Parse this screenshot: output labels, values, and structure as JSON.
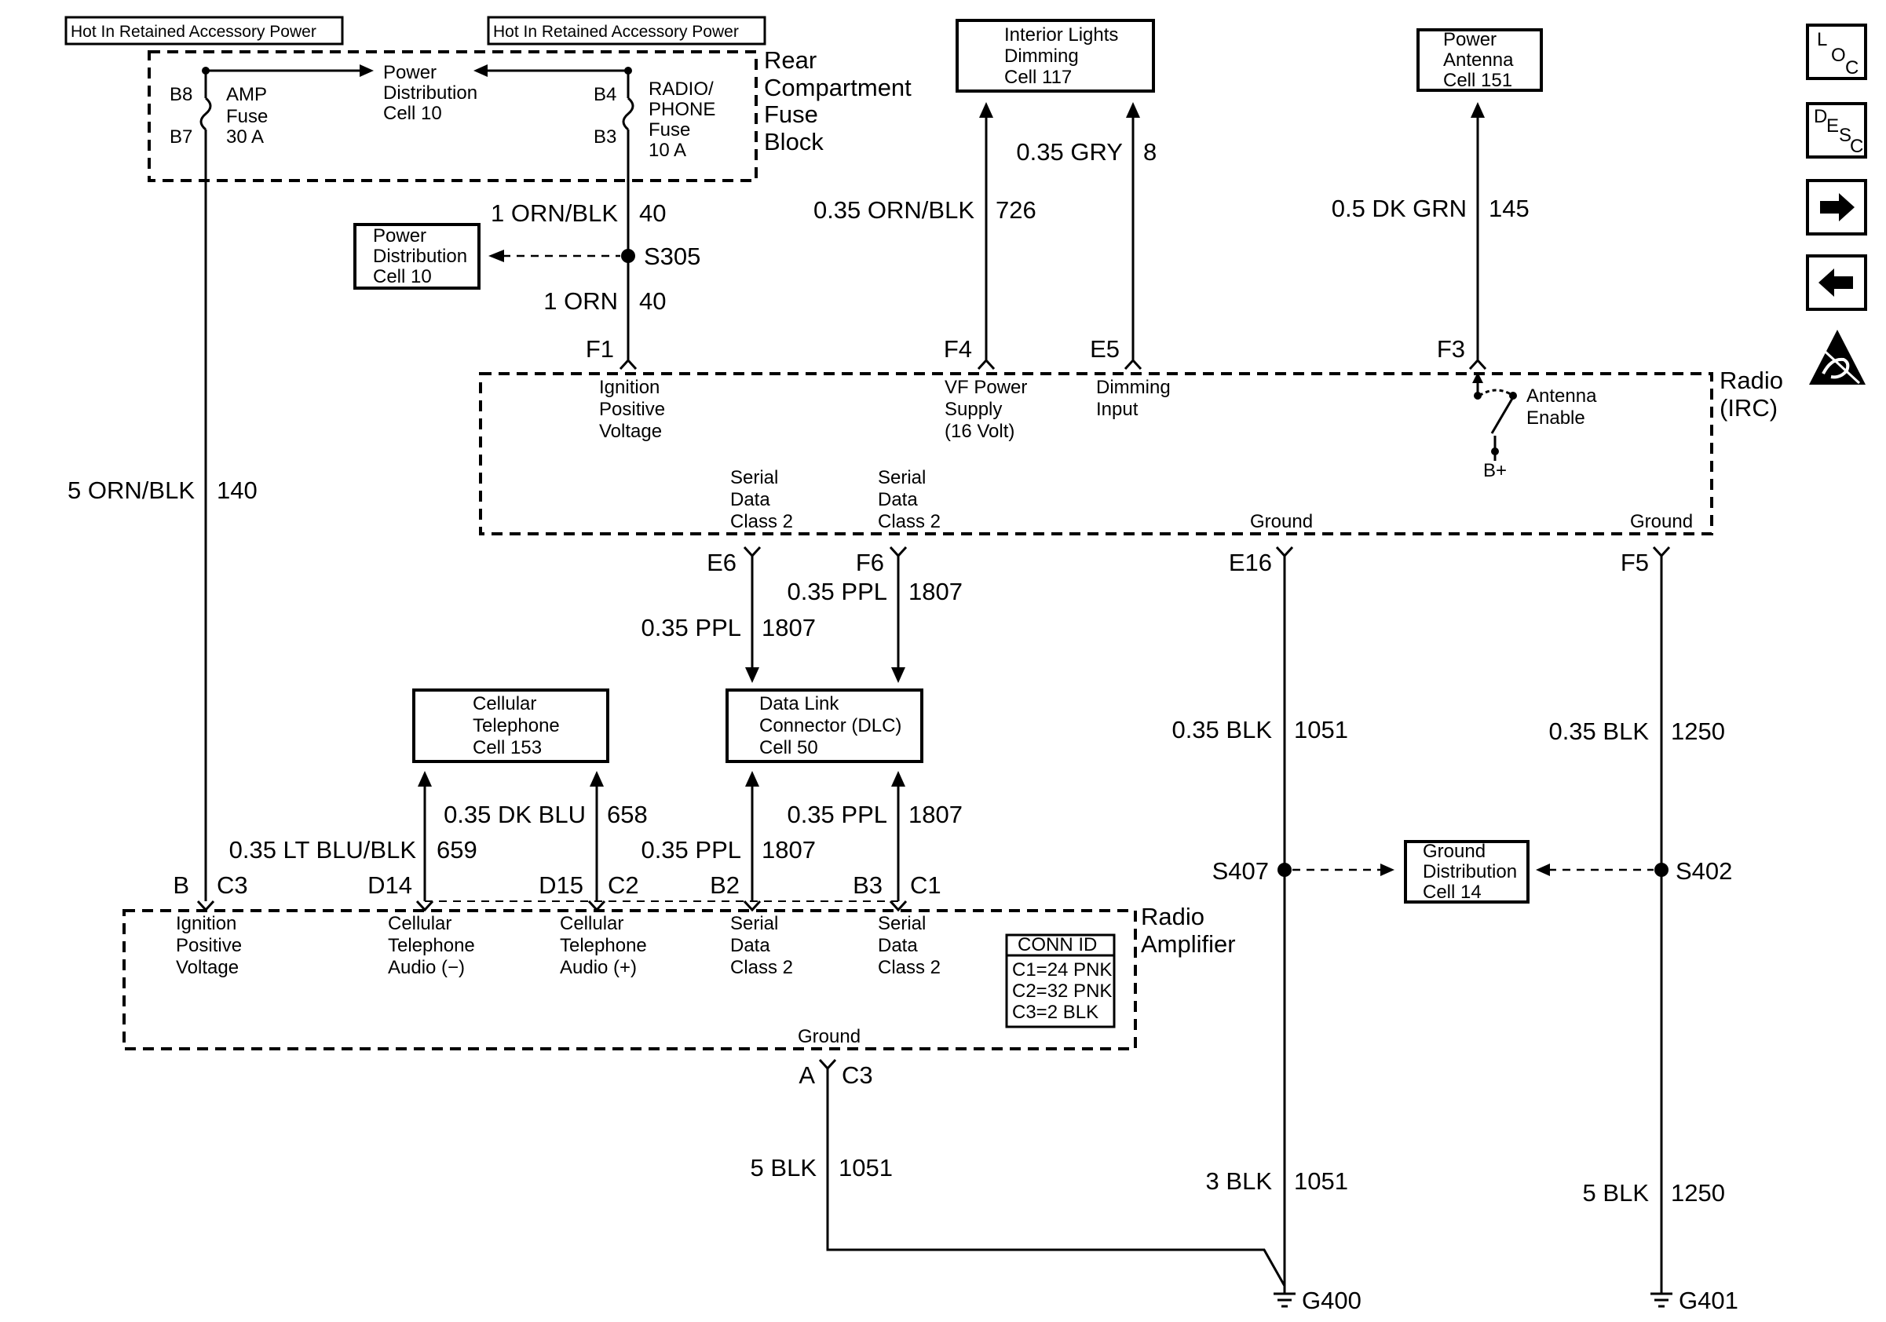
{
  "hot_labels": [
    "Hot In Retained Accessory Power",
    "Hot In Retained Accessory Power"
  ],
  "fuse_block": {
    "title": [
      "Rear",
      "Compartment",
      "Fuse",
      "Block"
    ],
    "amp_fuse": {
      "label": [
        "AMP",
        "Fuse",
        "30 A"
      ],
      "pin_top": "B8",
      "pin_bottom": "B7"
    },
    "radio_fuse": {
      "label": [
        "RADIO/",
        "PHONE",
        "Fuse",
        "10 A"
      ],
      "pin_top": "B4",
      "pin_bottom": "B3"
    },
    "power_dist": [
      "Power",
      "Distribution",
      "Cell 10"
    ]
  },
  "boxes": {
    "interior_lights": [
      "Interior Lights",
      "Dimming",
      "Cell 117"
    ],
    "power_antenna": [
      "Power",
      "Antenna",
      "Cell 151"
    ],
    "power_dist_s305": [
      "Power",
      "Distribution",
      "Cell 10"
    ],
    "cellular_phone": [
      "Cellular",
      "Telephone",
      "Cell 153"
    ],
    "dlc": [
      "Data Link",
      "Connector (DLC)",
      "Cell 50"
    ],
    "ground_dist": [
      "Ground",
      "Distribution",
      "Cell 14"
    ]
  },
  "wires": {
    "w_1ornblk": {
      "gauge": "1 ORN/BLK",
      "circuit": "40"
    },
    "w_1orn": {
      "gauge": "1 ORN",
      "circuit": "40"
    },
    "w_726": {
      "gauge": "0.35 ORN/BLK",
      "circuit": "726"
    },
    "w_8": {
      "gauge": "0.35 GRY",
      "circuit": "8"
    },
    "w_145": {
      "gauge": "0.5 DK GRN",
      "circuit": "145"
    },
    "w_140": {
      "gauge": "5 ORN/BLK",
      "circuit": "140"
    },
    "w_e6": {
      "gauge": "0.35 PPL",
      "circuit": "1807"
    },
    "w_f6": {
      "gauge": "0.35 PPL",
      "circuit": "1807"
    },
    "w_e16": {
      "gauge": "0.35 BLK",
      "circuit": "1051"
    },
    "w_f5": {
      "gauge": "0.35 BLK",
      "circuit": "1250"
    },
    "w_659": {
      "gauge": "0.35 LT BLU/BLK",
      "circuit": "659"
    },
    "w_658": {
      "gauge": "0.35 DK BLU",
      "circuit": "658"
    },
    "w_b2": {
      "gauge": "0.35 PPL",
      "circuit": "1807"
    },
    "w_b3": {
      "gauge": "0.35 PPL",
      "circuit": "1807"
    },
    "w_gnd_amp": {
      "gauge": "5 BLK",
      "circuit": "1051"
    },
    "w_s407_g400": {
      "gauge": "3 BLK",
      "circuit": "1051"
    },
    "w_s402_g401": {
      "gauge": "5 BLK",
      "circuit": "1250"
    }
  },
  "splices": {
    "s305": "S305",
    "s407": "S407",
    "s402": "S402"
  },
  "grounds": {
    "g400": "G400",
    "g401": "G401"
  },
  "radio": {
    "title": [
      "Radio",
      "(IRC)"
    ],
    "pins": {
      "f1": "F1",
      "f4": "F4",
      "e5": "E5",
      "f3": "F3",
      "e6": "E6",
      "f6": "F6",
      "e16": "E16",
      "f5": "F5"
    },
    "labels": {
      "ignition": [
        "Ignition",
        "Positive",
        "Voltage"
      ],
      "vf_power": [
        "VF Power",
        "Supply",
        "(16 Volt)"
      ],
      "dimming": [
        "Dimming",
        "Input"
      ],
      "antenna": [
        "Antenna",
        "Enable"
      ],
      "bplus": "B+",
      "serial1": [
        "Serial",
        "Data",
        "Class 2"
      ],
      "serial2": [
        "Serial",
        "Data",
        "Class 2"
      ],
      "ground1": "Ground",
      "ground2": "Ground"
    }
  },
  "amp": {
    "title": [
      "Radio",
      "Amplifier"
    ],
    "pins": {
      "b": "B",
      "b_c": "C3",
      "d14": "D14",
      "d15": "D15",
      "d15_c": "C2",
      "b2": "B2",
      "b3": "B3",
      "b3_c": "C1",
      "a": "A",
      "a_c": "C3"
    },
    "labels": {
      "ignition": [
        "Ignition",
        "Positive",
        "Voltage"
      ],
      "cell_neg": [
        "Cellular",
        "Telephone",
        "Audio (−)"
      ],
      "cell_pos": [
        "Cellular",
        "Telephone",
        "Audio (+)"
      ],
      "serial1": [
        "Serial",
        "Data",
        "Class 2"
      ],
      "serial2": [
        "Serial",
        "Data",
        "Class 2"
      ],
      "ground": "Ground"
    },
    "conn_id": {
      "title": "CONN ID",
      "rows": [
        "C1=24 PNK",
        "C2=32 PNK",
        "C3=2 BLK"
      ]
    }
  },
  "nav_icons": {
    "loc": {
      "l": "L",
      "o": "O",
      "c": "C"
    },
    "desc": {
      "d": "D",
      "e": "E",
      "s": "S",
      "c": "C"
    },
    "icons": [
      "location-icon",
      "description-icon",
      "next-arrow-icon",
      "previous-arrow-icon",
      "esd-warning-icon"
    ]
  }
}
